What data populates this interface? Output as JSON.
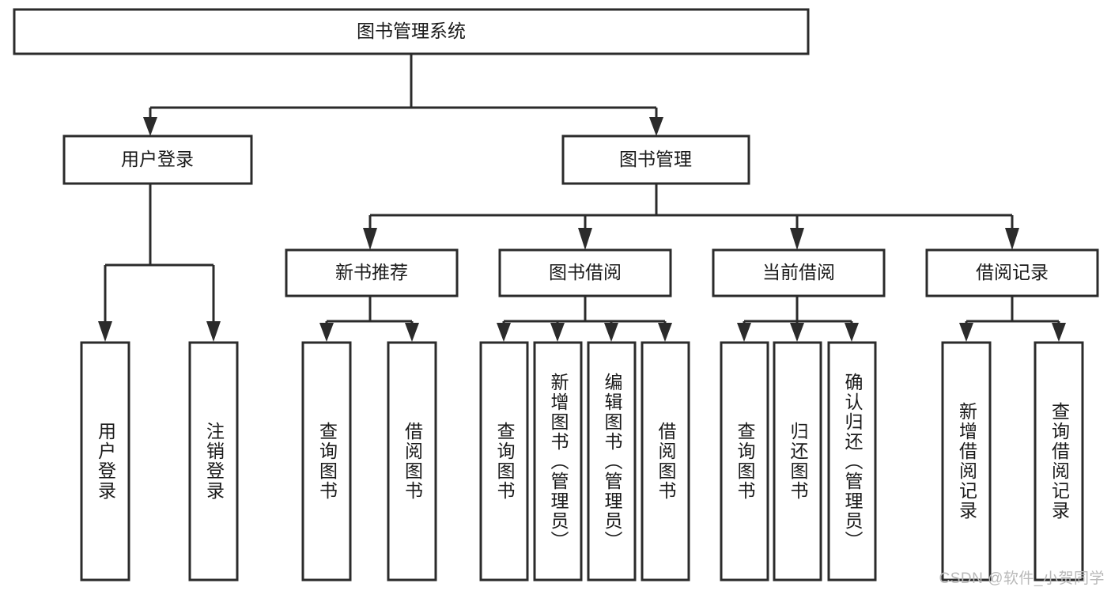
{
  "diagram": {
    "title": "图书管理系统",
    "type": "hierarchy-tree",
    "orientation": "top-down",
    "colors": {
      "stroke": "#2b2b2b",
      "fill": "#ffffff",
      "text": "#1a1a1a",
      "watermark": "#b9b9b9"
    },
    "root": {
      "id": "root",
      "label": "图书管理系统",
      "level": 0
    },
    "level1": [
      {
        "id": "user-login",
        "label": "用户登录",
        "level": 1
      },
      {
        "id": "book-manage",
        "label": "图书管理",
        "level": 1
      }
    ],
    "level2": [
      {
        "id": "new-book-recommend",
        "label": "新书推荐",
        "level": 2,
        "parent": "book-manage"
      },
      {
        "id": "book-borrow",
        "label": "图书借阅",
        "level": 2,
        "parent": "book-manage"
      },
      {
        "id": "current-borrow",
        "label": "当前借阅",
        "level": 2,
        "parent": "book-manage"
      },
      {
        "id": "borrow-record",
        "label": "借阅记录",
        "level": 2,
        "parent": "book-manage"
      }
    ],
    "leaves": [
      {
        "id": "leaf-user-login",
        "label": "用户登录",
        "parent": "user-login"
      },
      {
        "id": "leaf-logout",
        "label": "注销登录",
        "parent": "user-login"
      },
      {
        "id": "leaf-query-book-1",
        "label": "查询图书",
        "parent": "new-book-recommend"
      },
      {
        "id": "leaf-borrow-book-1",
        "label": "借阅图书",
        "parent": "new-book-recommend"
      },
      {
        "id": "leaf-query-book-2",
        "label": "查询图书",
        "parent": "book-borrow"
      },
      {
        "id": "leaf-add-book",
        "label": "新增图书（管理员）",
        "parent": "book-borrow"
      },
      {
        "id": "leaf-edit-book",
        "label": "编辑图书（管理员）",
        "parent": "book-borrow"
      },
      {
        "id": "leaf-borrow-book-2",
        "label": "借阅图书",
        "parent": "book-borrow"
      },
      {
        "id": "leaf-query-book-3",
        "label": "查询图书",
        "parent": "current-borrow"
      },
      {
        "id": "leaf-return-book",
        "label": "归还图书",
        "parent": "current-borrow"
      },
      {
        "id": "leaf-confirm-return",
        "label": "确认归还（管理员）",
        "parent": "current-borrow"
      },
      {
        "id": "leaf-add-record",
        "label": "新增借阅记录",
        "parent": "borrow-record"
      },
      {
        "id": "leaf-query-record",
        "label": "查询借阅记录",
        "parent": "borrow-record"
      }
    ],
    "watermark": "CSDN @软件_小贺同学"
  }
}
